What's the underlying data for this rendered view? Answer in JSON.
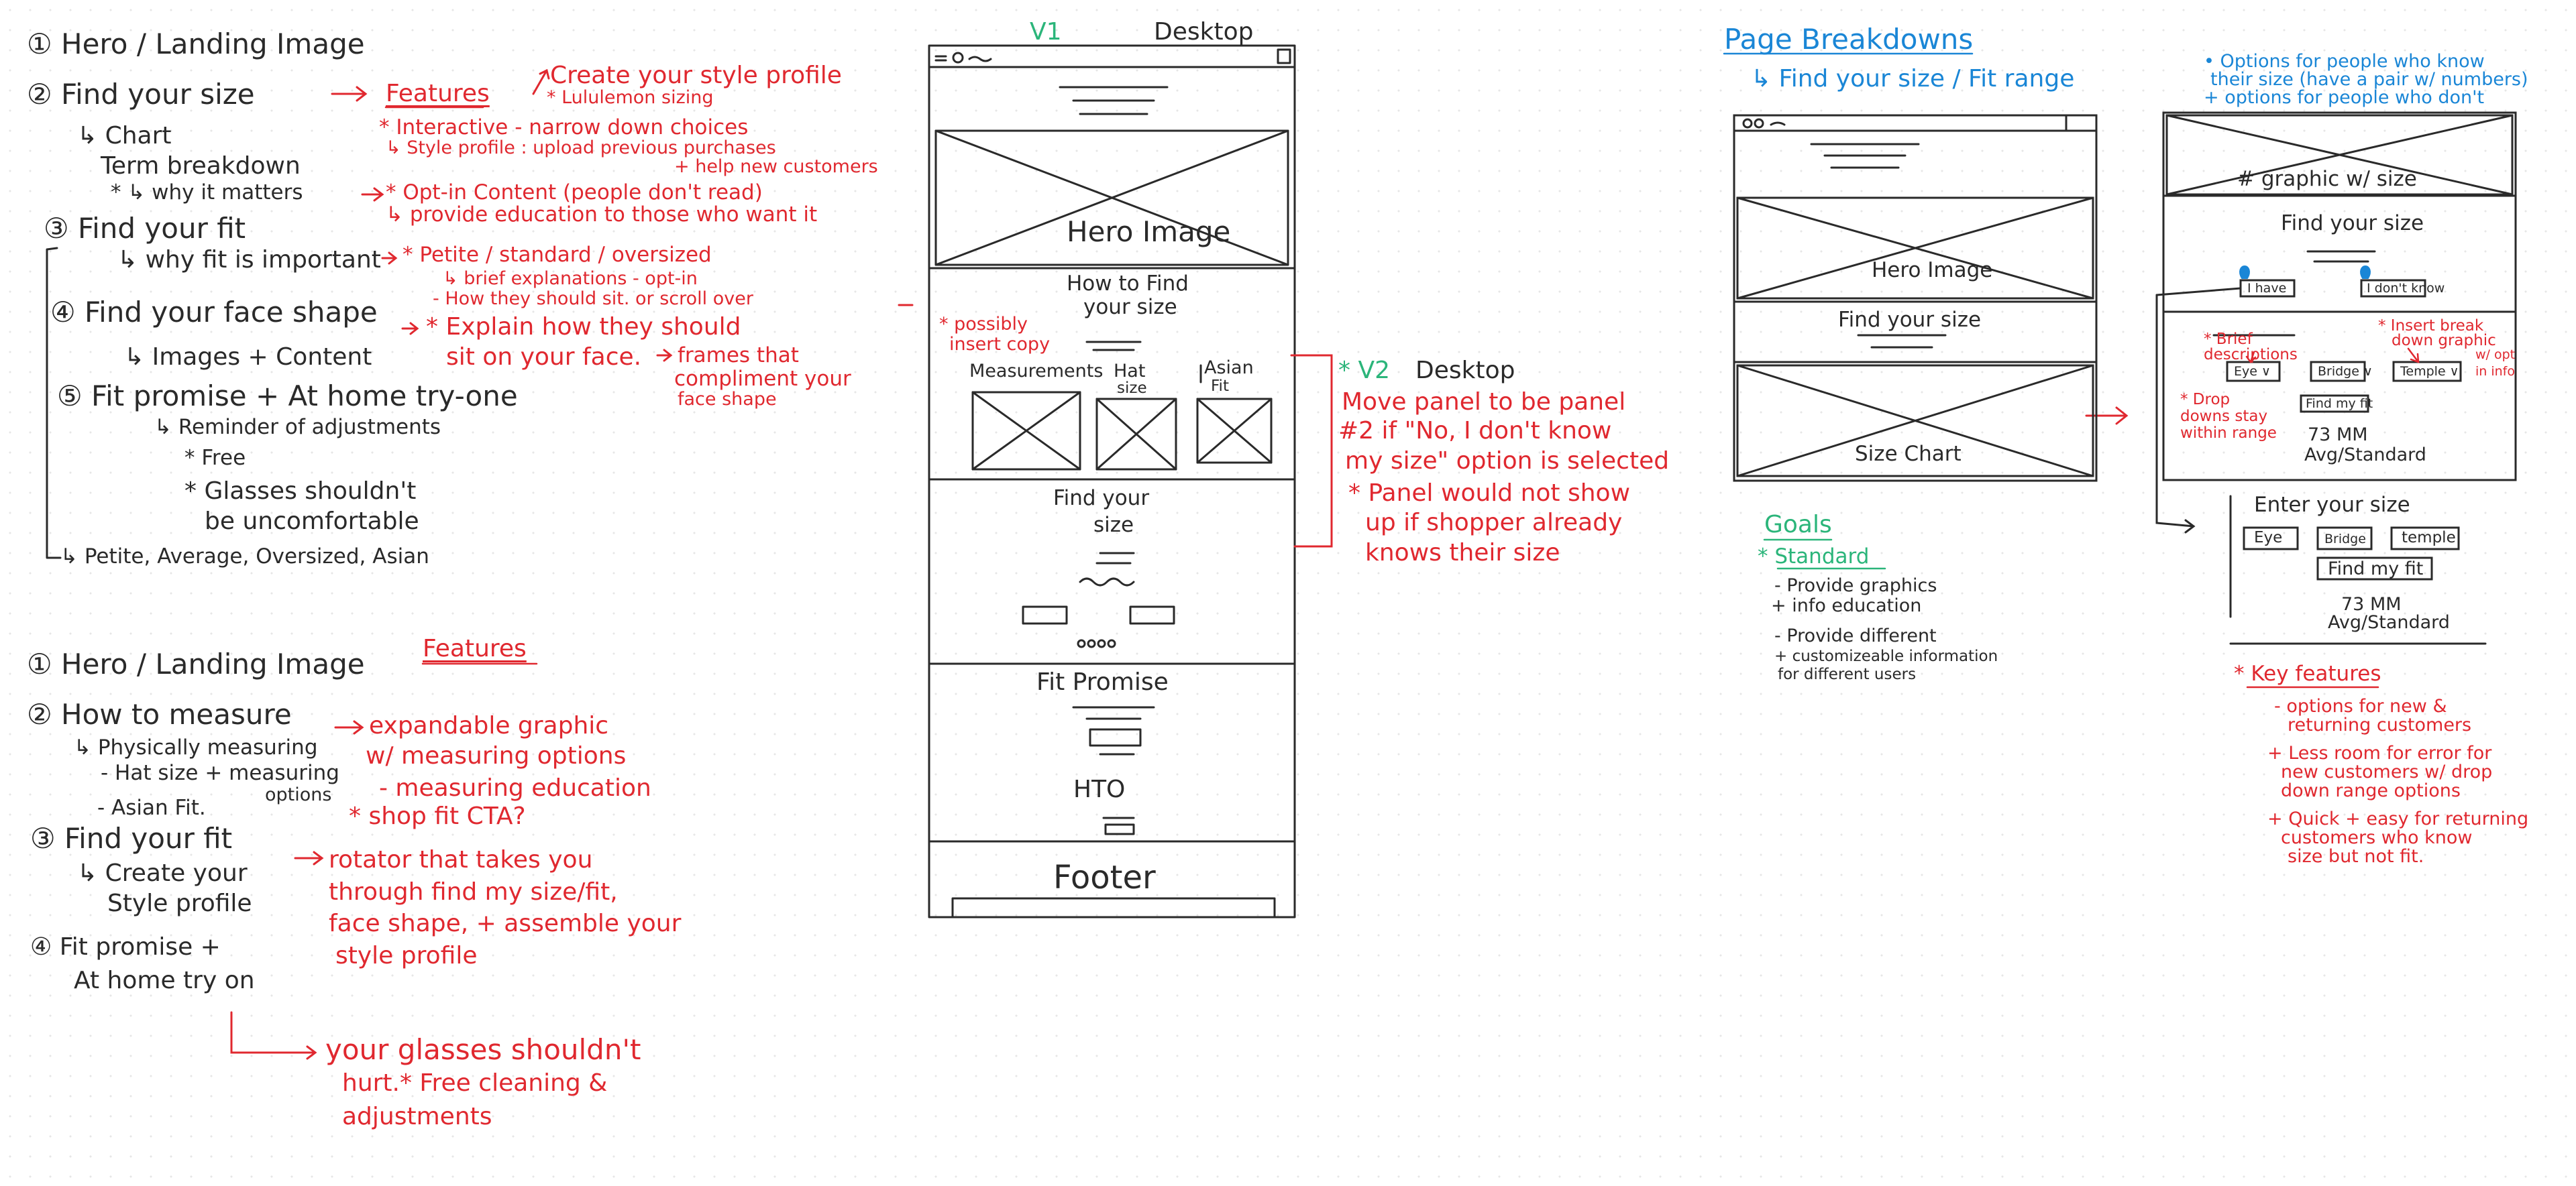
{
  "left_top": {
    "l1": "① Hero / Landing Image",
    "l2": "② Find your size",
    "l3": "↳ Chart",
    "l4": "Term breakdown",
    "l5": "* ↳ why it matters",
    "l6": "③ Find your fit",
    "l7": "↳ why fit is important",
    "l8": "④ Find your face shape",
    "l9": "↳ Images + Content",
    "l10": "⑤ Fit promise + At home try-one",
    "l11": "↳ Reminder of adjustments",
    "l12": "* Free",
    "l13": "* Glasses shouldn't",
    "l14": "be uncomfortable",
    "l15": "↳ Petite, Average, Oversized, Asian"
  },
  "left_top_red": {
    "features": "Features",
    "r1": "Create your style profile",
    "r2": "* Lululemon sizing",
    "r3": "* Interactive - narrow down choices",
    "r4": "↳ Style profile : upload previous purchases",
    "r5": "+ help new customers",
    "r6": "* Opt-in Content (people don't read)",
    "r7": "↳ provide education to those who want it",
    "r8": "* Petite / standard / oversized",
    "r9": "↳ brief explanations - opt-in",
    "r10": "- How they should sit.   or scroll over",
    "r11": "* Explain how they should",
    "r12": "sit on your face.",
    "r13": "frames that",
    "r14": "compliment your",
    "r15": "face shape"
  },
  "left_bottom": {
    "l1": "① Hero / Landing Image",
    "l2": "② How to measure",
    "l3": "↳ Physically measuring",
    "l4": "- Hat size + measuring",
    "l5": "options",
    "l6": "- Asian Fit.",
    "l7": "③ Find your fit",
    "l8": "↳ Create your",
    "l9": "Style profile",
    "l10": "④ Fit promise +",
    "l11": "At home try on"
  },
  "left_bottom_red": {
    "features": "Features",
    "r1": "expandable graphic",
    "r2": "w/ measuring options",
    "r3": "- measuring education",
    "r4": "* shop fit CTA?",
    "r5": "rotator that takes you",
    "r6": "through find my size/fit,",
    "r7": "face shape, + assemble your",
    "r8": "style profile",
    "r9": "your glasses shouldn't",
    "r10": "hurt.* Free cleaning &",
    "r11": "adjustments"
  },
  "v1": {
    "label": "V1",
    "title": "Desktop",
    "hero": "Hero Image",
    "how1": "How to Find",
    "how2": "your size",
    "possibly1": "* possibly",
    "possibly2": "insert copy",
    "col1": "Measurements",
    "col2a": "Hat",
    "col2b": "size",
    "col3a": "Asian",
    "col3b": "Fit",
    "find1": "Find your",
    "find2": "size",
    "fit": "Fit Promise",
    "hto": "HTO",
    "footer": "Footer"
  },
  "v2": {
    "label": "* V2",
    "title": "Desktop",
    "n1": "Move panel to be panel",
    "n2": "#2 if \"No, I don't know",
    "n3": "my size\" option is selected",
    "n4": "* Panel would not show",
    "n5": "up if shopper already",
    "n6": "knows their size"
  },
  "breakdowns": {
    "title": "Page Breakdowns",
    "sub": "↳ Find your size / Fit range",
    "hero": "Hero Image",
    "find": "Find your size",
    "chart": "Size Chart"
  },
  "goals": {
    "title": "Goals",
    "standard": "* Standard",
    "g1": "- Provide graphics",
    "g2": "+ info education",
    "g3": "- Provide different",
    "g4": "+ customizeable information",
    "g5": "for different users"
  },
  "right": {
    "b1": "• Options for people who know",
    "b2": "their size (have a pair w/ numbers)",
    "b3": "+ options for people who don't",
    "graphic": "# graphic w/ size",
    "find": "Find your size",
    "have": "I have",
    "dont": "I don't know",
    "brief1": "* Brief",
    "brief2": "descriptions",
    "insert1": "* Insert break",
    "insert2": "down graphic",
    "insert3": "w/ opt",
    "insert4": "in info",
    "eye": "Eye ∨",
    "bridge": "Bridge ∨",
    "temple": "Temple ∨",
    "findfit": "Find my fit",
    "drop1": "* Drop",
    "drop2": "downs stay",
    "drop3": "within range",
    "mm": "73 MM",
    "avg": "Avg/Standard",
    "enter": "Enter your size",
    "eye2": "Eye",
    "bridge2": "Bridge",
    "temple2": "temple",
    "findfit2": "Find my fit",
    "mm2": "73 MM",
    "avg2": "Avg/Standard",
    "key": "* Key features",
    "k1": "- options for new &",
    "k2": "returning customers",
    "k3": "+ Less room for error for",
    "k4": "new customers w/ drop",
    "k5": "down range options",
    "k6": "+ Quick + easy for returning",
    "k7": "customers who know",
    "k8": "size but not fit."
  }
}
